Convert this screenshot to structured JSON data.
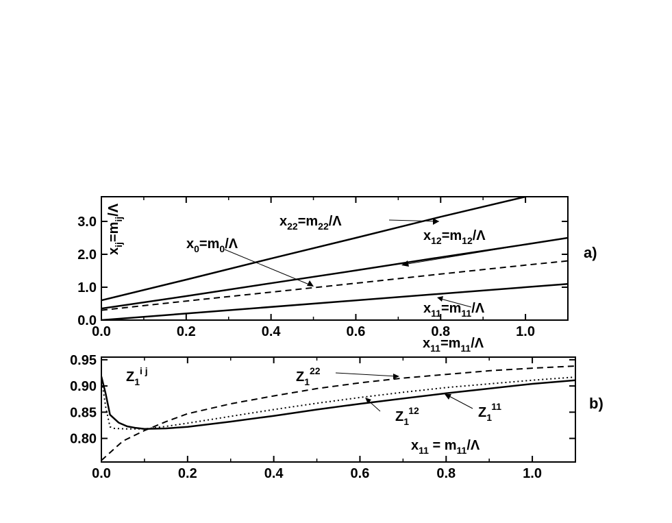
{
  "chart_data": [
    {
      "type": "line",
      "panel_label": "a)",
      "xlabel": {
        "main": "x",
        "sub": "11",
        "rest": "=m",
        "sub2": "11",
        "tail": "/Λ"
      },
      "ylabel": {
        "main": "x",
        "sub": "ij",
        "rest": "=m",
        "sub2": "ij",
        "tail": "/Λ"
      },
      "xlim": [
        0.0,
        1.1
      ],
      "ylim": [
        0.0,
        3.75
      ],
      "xticks": [
        "0.0",
        "0.2",
        "0.4",
        "0.6",
        "0.8",
        "1.0"
      ],
      "yticks": [
        "0.0",
        "1.0",
        "2.0",
        "3.0"
      ],
      "series": [
        {
          "name": "x22",
          "style": "solid",
          "x": [
            0.0,
            0.2,
            0.4,
            0.6,
            0.8,
            1.0
          ],
          "y": [
            0.6,
            1.23,
            1.87,
            2.5,
            3.14,
            3.75
          ]
        },
        {
          "name": "x12",
          "style": "solid",
          "x": [
            0.0,
            0.2,
            0.4,
            0.6,
            0.8,
            1.0,
            1.1
          ],
          "y": [
            0.35,
            0.73,
            1.12,
            1.51,
            1.91,
            2.3,
            2.5
          ]
        },
        {
          "name": "x0",
          "style": "dashed",
          "x": [
            0.0,
            0.2,
            0.4,
            0.6,
            0.8,
            1.0,
            1.1
          ],
          "y": [
            0.3,
            0.58,
            0.85,
            1.12,
            1.4,
            1.67,
            1.8
          ]
        },
        {
          "name": "x11",
          "style": "solid",
          "x": [
            0.0,
            1.1
          ],
          "y": [
            0.0,
            1.1
          ]
        }
      ],
      "annotations": [
        {
          "main": "x",
          "sub": "22",
          "rest": "=m",
          "sub2": "22",
          "tail": "/Λ"
        },
        {
          "main": "x",
          "sub": "12",
          "rest": "=m",
          "sub2": "12",
          "tail": "/Λ"
        },
        {
          "main": "x",
          "sub": "0",
          "rest": "=m",
          "sub2": "0",
          "tail": "/Λ"
        },
        {
          "main": "x",
          "sub": "11",
          "rest": "=m",
          "sub2": "11",
          "tail": "/Λ"
        }
      ]
    },
    {
      "type": "line",
      "panel_label": "b)",
      "xlabel": {
        "main": "x",
        "sub": "11",
        "rest": " = m",
        "sub2": "11",
        "tail": "/Λ"
      },
      "inner_label": {
        "main": "Z",
        "sub": "1",
        "sup": "i j"
      },
      "xlim": [
        0.0,
        1.1
      ],
      "ylim": [
        0.755,
        0.955
      ],
      "xticks": [
        "0.0",
        "0.2",
        "0.4",
        "0.6",
        "0.8",
        "1.0"
      ],
      "yticks": [
        "0.80",
        "0.85",
        "0.90",
        "0.95"
      ],
      "series": [
        {
          "name": "Z1^11",
          "style": "solid",
          "x": [
            0.0,
            0.01,
            0.02,
            0.04,
            0.06,
            0.08,
            0.1,
            0.15,
            0.2,
            0.3,
            0.4,
            0.5,
            0.6,
            0.7,
            0.8,
            0.9,
            1.0,
            1.1
          ],
          "y": [
            0.918,
            0.885,
            0.845,
            0.83,
            0.823,
            0.82,
            0.818,
            0.819,
            0.822,
            0.832,
            0.843,
            0.855,
            0.866,
            0.876,
            0.886,
            0.895,
            0.904,
            0.911
          ]
        },
        {
          "name": "Z1^12",
          "style": "dotted",
          "x": [
            0.0,
            0.01,
            0.02,
            0.03,
            0.06,
            0.1,
            0.15,
            0.2,
            0.3,
            0.4,
            0.5,
            0.6,
            0.7,
            0.8,
            0.9,
            1.0,
            1.1
          ],
          "y": [
            0.915,
            0.86,
            0.822,
            0.819,
            0.818,
            0.818,
            0.823,
            0.829,
            0.842,
            0.855,
            0.867,
            0.878,
            0.888,
            0.897,
            0.904,
            0.911,
            0.917
          ]
        },
        {
          "name": "Z1^22",
          "style": "dashed",
          "x": [
            0.0,
            0.05,
            0.1,
            0.15,
            0.2,
            0.3,
            0.4,
            0.5,
            0.6,
            0.7,
            0.8,
            0.9,
            1.0,
            1.1
          ],
          "y": [
            0.758,
            0.795,
            0.815,
            0.832,
            0.847,
            0.866,
            0.881,
            0.895,
            0.906,
            0.915,
            0.922,
            0.929,
            0.934,
            0.938
          ]
        }
      ],
      "annotations": [
        {
          "main": "Z",
          "sub": "1",
          "sup": "22"
        },
        {
          "main": "Z",
          "sub": "1",
          "sup": "12"
        },
        {
          "main": "Z",
          "sub": "1",
          "sup": "11"
        }
      ]
    }
  ]
}
